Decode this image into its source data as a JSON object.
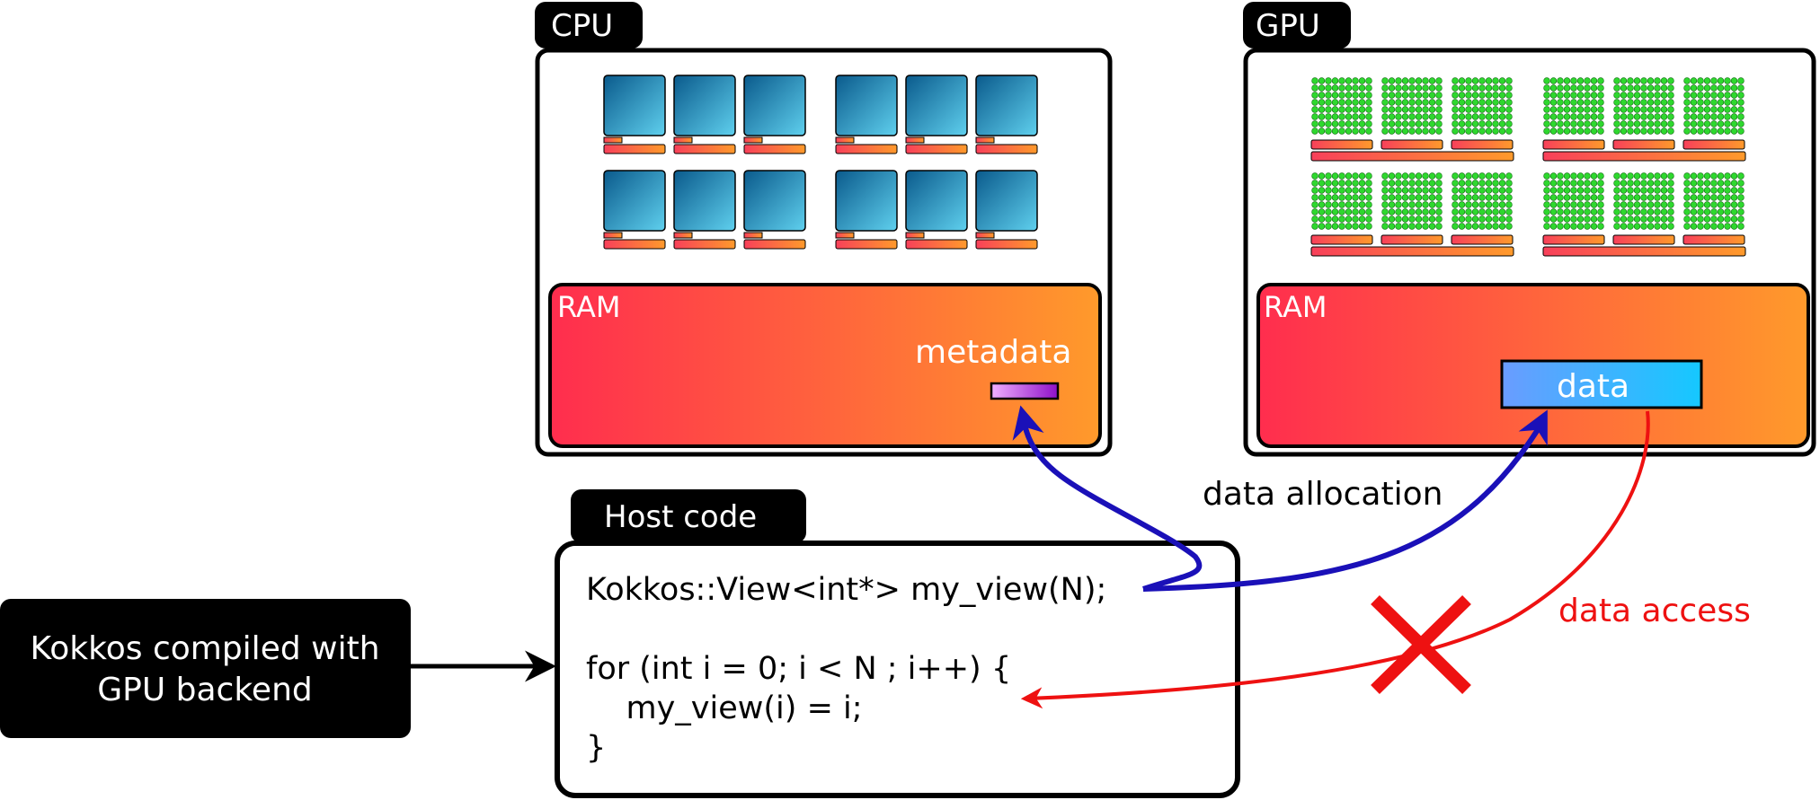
{
  "cpu": {
    "tab_label": "CPU",
    "ram_label": "RAM",
    "metadata_label": "metadata"
  },
  "gpu": {
    "tab_label": "GPU",
    "ram_label": "RAM",
    "data_label": "data"
  },
  "host": {
    "tab_label": "Host code",
    "code_lines": [
      "Kokkos::View<int*> my_view(N);",
      "",
      "for (int i = 0; i < N ; i++) {",
      "    my_view(i) = i;",
      "}"
    ]
  },
  "compiled_box": {
    "line1": "Kokkos compiled with",
    "line2": "GPU backend"
  },
  "arrows": {
    "allocation_label": "data allocation",
    "access_label": "data access",
    "allocation_color": "#1a10b8",
    "access_color": "#ee1111",
    "forbidden_mark_color": "#ee1111"
  },
  "colors": {
    "ram_gradient": [
      "#ff2d4e",
      "#ff9a2b"
    ],
    "core_gradient": [
      "#0a5a8c",
      "#5fd0ee"
    ],
    "sm_dot": "#2ed82e",
    "data_gradient": [
      "#6a9cff",
      "#15c8ff"
    ],
    "metadata_gradient": [
      "#f0b0ff",
      "#8e10c8"
    ]
  }
}
